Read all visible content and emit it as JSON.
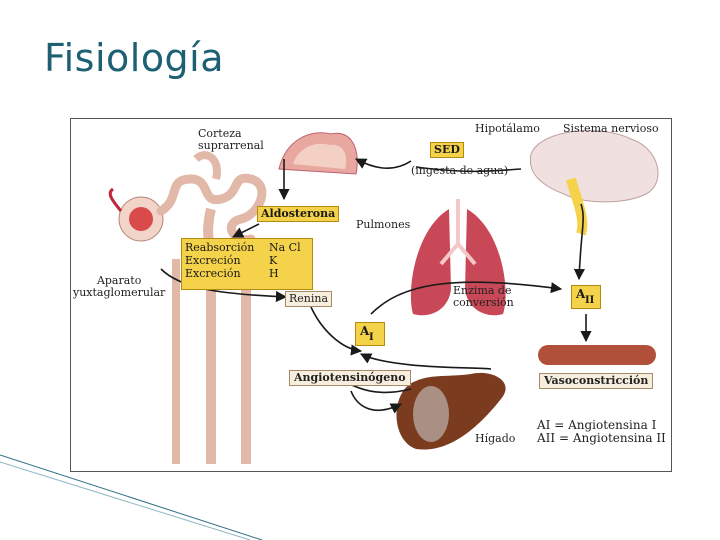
{
  "slide": {
    "title": "Fisiología"
  },
  "diagram": {
    "labels": {
      "corteza": [
        "Corteza",
        "suprarrenal"
      ],
      "aldosterona": "Aldosterona",
      "reabsorcion": [
        {
          "k": "Reabsorción",
          "v": "Na Cl"
        },
        {
          "k": "Excreción",
          "v": "K"
        },
        {
          "k": "Excreción",
          "v": "H"
        }
      ],
      "aparato": [
        "Aparato",
        "yuxtaglomerular"
      ],
      "renina": "Renina",
      "pulmones": "Pulmones",
      "hipotalamo": "Hipotálamo",
      "sistema_nervioso": "Sistema nervioso",
      "sed": "SED",
      "ingesta": "(ingesta de agua)",
      "enzima": [
        "Enzima de",
        "conversión"
      ],
      "a1": {
        "a": "A",
        "sub": "I"
      },
      "a2": {
        "a": "A",
        "sub": "II"
      },
      "angiotensinogeno": "Angiotensinógeno",
      "vasoconstriccion": "Vasoconstricción",
      "higado": "Hígado",
      "legend": [
        "AI = Angiotensina I",
        "AII = Angiotensina II"
      ]
    },
    "colors": {
      "box_fill": "#f4d24a",
      "arrow": "#1a1a1a",
      "organ_red": "#c0283a",
      "liver_brown": "#7a3b1e",
      "adrenal_pink": "#e8a8a0",
      "vessel": "#b0503a"
    }
  }
}
